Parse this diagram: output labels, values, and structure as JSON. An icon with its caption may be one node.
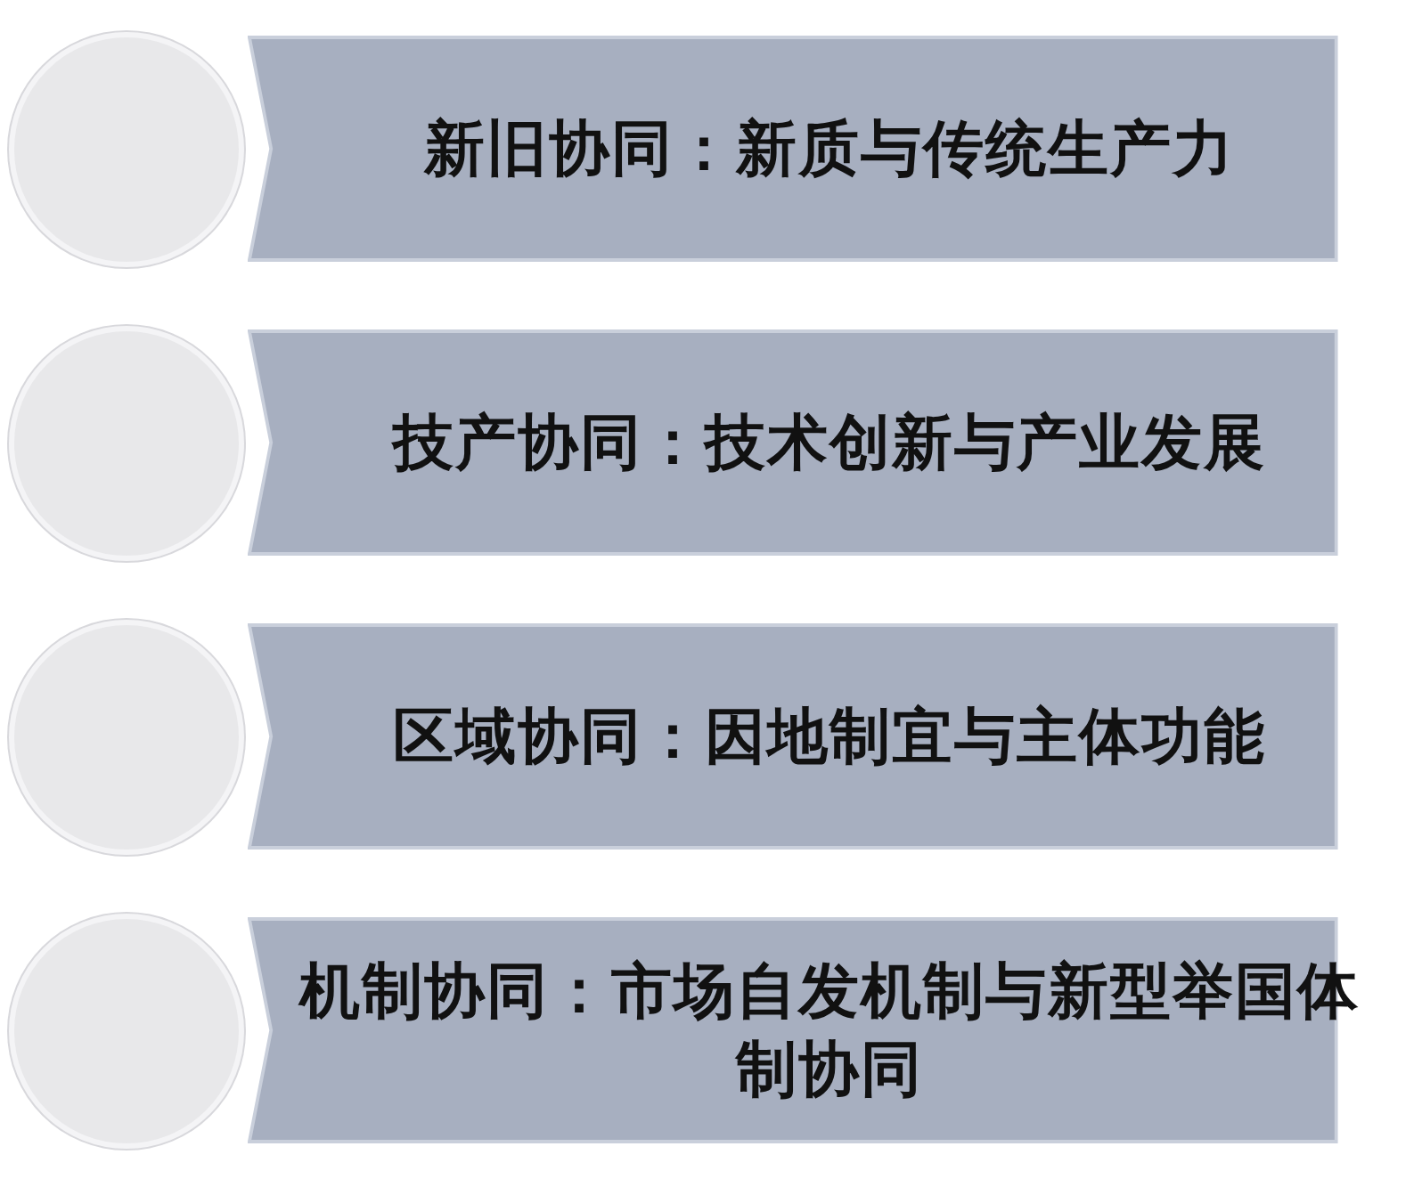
{
  "diagram": {
    "nodes": [
      {
        "text": [],
        "shape": "circle"
      },
      {
        "text": [
          "新旧协同：新质与传统生产力"
        ]
      },
      {
        "text": [],
        "shape": "circle"
      },
      {
        "text": [
          "技产协同：技术创新与产业发展"
        ]
      },
      {
        "text": [],
        "shape": "circle"
      },
      {
        "text": [
          "区域协同：因地制宜与主体功能"
        ]
      },
      {
        "text": [],
        "shape": "circle"
      },
      {
        "text": [
          "机制协同：市场自发机制与新型举国体制协同"
        ]
      }
    ]
  }
}
